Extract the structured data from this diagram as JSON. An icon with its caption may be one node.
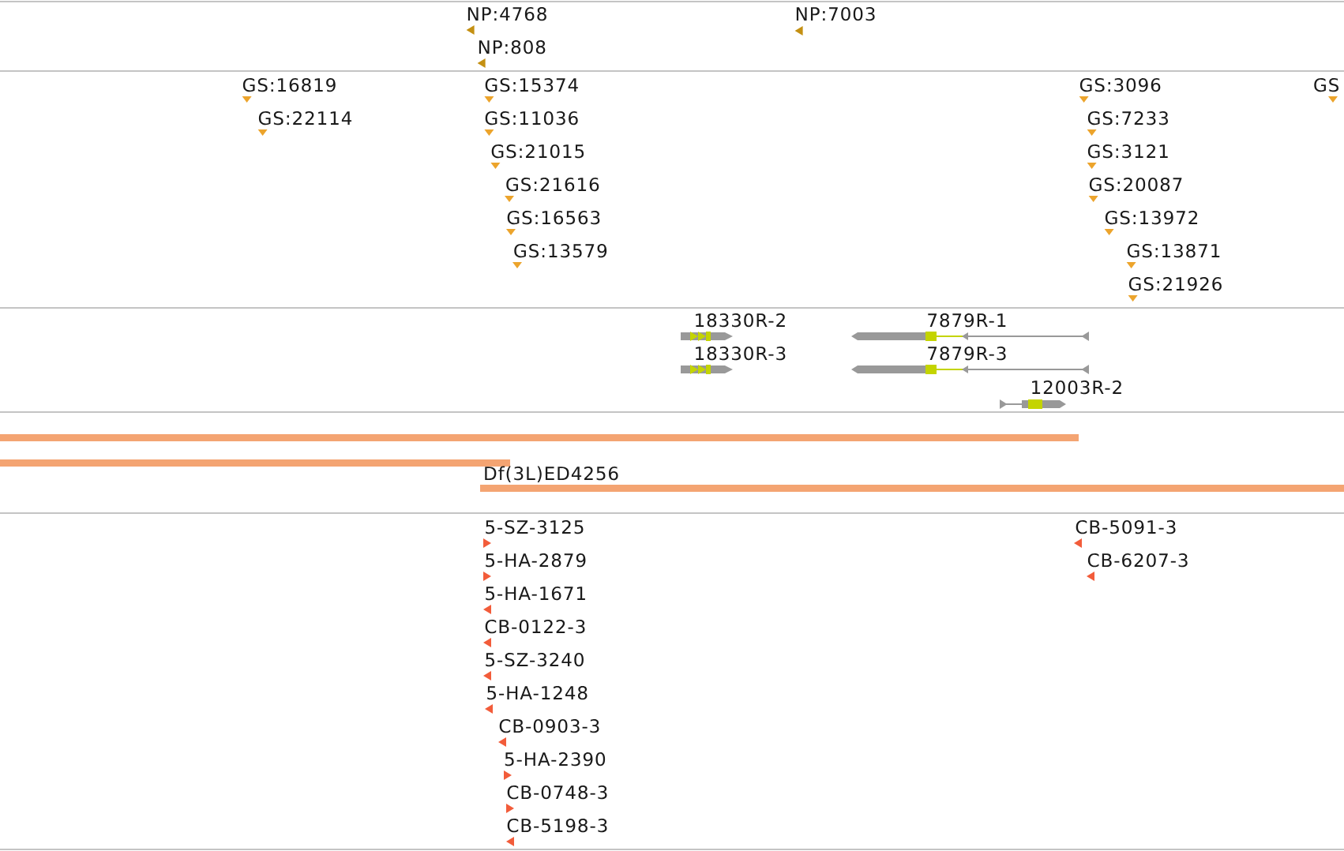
{
  "diagram": {
    "labels": [
      "NP:4768",
      "NP:7003",
      "NP:808",
      "GS:16819",
      "GS:15374",
      "GS:3096",
      "GS",
      "GS:22114",
      "GS:11036",
      "GS:7233",
      "GS:21015",
      "GS:3121",
      "GS:21616",
      "GS:20087",
      "GS:16563",
      "GS:13972",
      "GS:13579",
      "GS:13871",
      "GS:21926",
      "18330R-2",
      "7879R-1",
      "18330R-3",
      "7879R-3",
      "12003R-2",
      "Df(3L)ED4256",
      "5-SZ-3125",
      "CB-5091-3",
      "5-HA-2879",
      "CB-6207-3",
      "5-HA-1671",
      "CB-0122-3",
      "5-SZ-3240",
      "5-HA-1248",
      "CB-0903-3",
      "5-HA-2390",
      "CB-0748-3",
      "CB-5198-3"
    ]
  }
}
